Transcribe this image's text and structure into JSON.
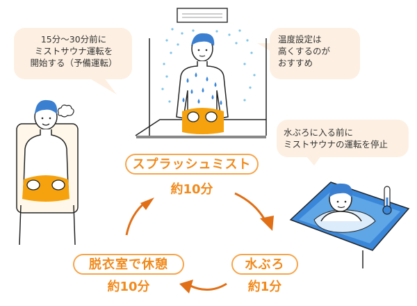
{
  "colors": {
    "accent": "#f08a1c",
    "pill_border": "#f6a44a",
    "arrow": "#e06f16",
    "bubble_fill": "#fdf0e2",
    "hair": "#3b7fd0",
    "towel": "#f5a20e",
    "water": "#3a86d8",
    "mist": "#7fc4e8"
  },
  "bubbles": {
    "prep": "15分〜30分前に\nミストサウナ運転を\n開始する（予備運転）",
    "temp": "温度設定は\n高くするのが\nおすすめ",
    "stop": "水ぶろに入る前に\nミストサウナの運転を停止"
  },
  "steps": [
    {
      "label": "スプラッシュミスト",
      "duration": "約10分"
    },
    {
      "label": "水ぶろ",
      "duration": "約1分"
    },
    {
      "label": "脱衣室で休憩",
      "duration": "約10分"
    }
  ],
  "icons": {
    "mist_unit": "mist-ceiling-unit-icon",
    "thermometer": "thermometer-icon",
    "steam": "steam-icon"
  }
}
